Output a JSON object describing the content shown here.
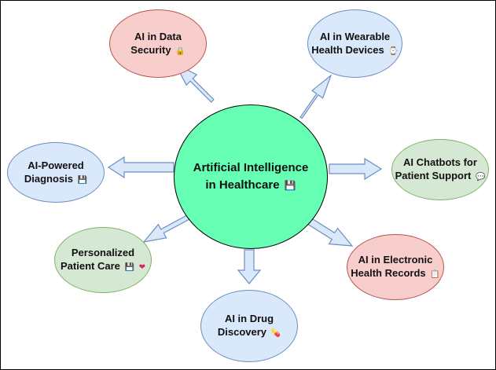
{
  "center": {
    "line1": "Artificial Intelligence",
    "line2": "in Healthcare",
    "icon": "floppy-disk-icon"
  },
  "nodes": {
    "data_security": {
      "line1": "AI in Data",
      "line2": "Security",
      "icon": "lock-icon",
      "color": "#f8cecc"
    },
    "wearable": {
      "line1": "AI in Wearable",
      "line2": "Health Devices",
      "icon": "watch-icon",
      "color": "#dae8fc"
    },
    "diagnosis": {
      "line1": "AI-Powered",
      "line2": "Diagnosis",
      "icon": "floppy-disk-icon",
      "color": "#dae8fc"
    },
    "chatbots": {
      "line1": "AI Chatbots for",
      "line2": "Patient Support",
      "icon": "speech-bubble-icon",
      "color": "#d5e8d4"
    },
    "personalized": {
      "line1": "Personalized",
      "line2": "Patient Care",
      "icon": "floppy-disk-icon",
      "icon2": "heart-icon",
      "color": "#d5e8d4"
    },
    "ehr": {
      "line1": "AI in Electronic",
      "line2": "Health Records",
      "icon": "clipboard-icon",
      "color": "#f8cecc"
    },
    "drug": {
      "line1": "AI in Drug",
      "line2": "Discovery",
      "icon": "pill-icon",
      "color": "#dae8fc"
    }
  },
  "glyphs": {
    "lock": "🔒",
    "watch": "⌚",
    "floppy": "💾",
    "bubble": "💬",
    "heart": "❤",
    "clipboard": "📋",
    "pill": "💊"
  }
}
